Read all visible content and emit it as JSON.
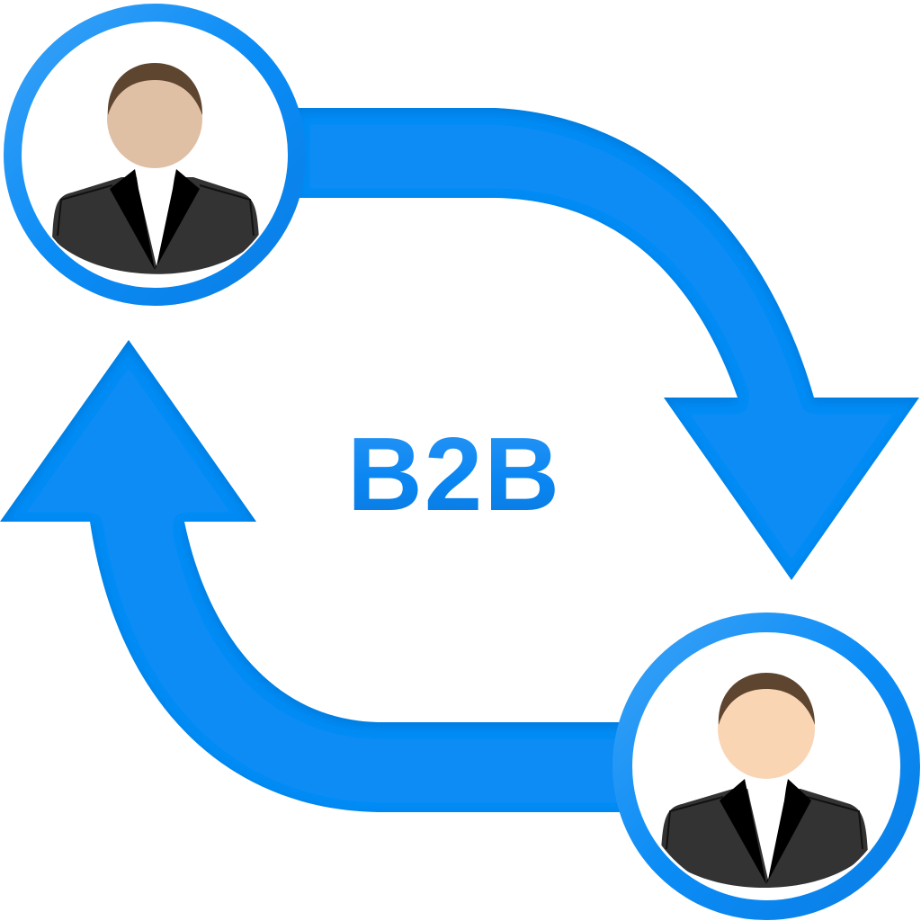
{
  "diagram": {
    "label": "B2B",
    "colors": {
      "arrow": "#0a8cf5",
      "arrow_shadow": "#0672d2",
      "arrow_highlight": "#5ab2fa",
      "ring": "#1090f2",
      "suit": "#333333",
      "lapel": "#000000",
      "shirt": "#ffffff",
      "hair": "#5e4530",
      "skin_top": "#e0c0a4",
      "skin_bottom": "#f9d5b4",
      "background": "#ffffff"
    },
    "nodes": [
      {
        "id": "business-top-left",
        "role": "person-avatar"
      },
      {
        "id": "business-bottom-right",
        "role": "person-avatar"
      }
    ],
    "edges": [
      {
        "from": "business-top-left",
        "to": "business-bottom-right",
        "direction": "clockwise-down"
      },
      {
        "from": "business-bottom-right",
        "to": "business-top-left",
        "direction": "clockwise-up"
      }
    ]
  }
}
